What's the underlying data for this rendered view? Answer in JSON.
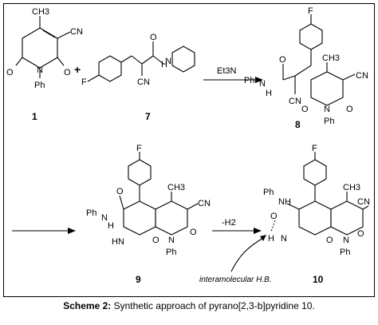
{
  "labels": {
    "ch3_1": "CH3",
    "cn_1": "CN",
    "o_1a": "O",
    "n_1": "N",
    "o_1b": "O",
    "ph_1": "Ph",
    "num_1": "1",
    "plus": "+",
    "f_7": "F",
    "o_7": "O",
    "nh_7": "H",
    "n_7": "N",
    "cn_7": "CN",
    "num_7": "7",
    "reagent": "Et3N",
    "f_8": "F",
    "ch3_8": "CH3",
    "cn_8a": "CN",
    "ph_8": "Ph",
    "nh_8": "N",
    "h_8": "H",
    "o_8a": "O",
    "cn_8b": "CN",
    "o_8b": "O",
    "n_8": "N",
    "o_8c": "O",
    "ph_8b": "Ph",
    "num_8": "8",
    "f_9": "F",
    "ch3_9": "CH3",
    "cn_9": "CN",
    "o_9a": "O",
    "ph_9": "Ph",
    "nh_9": "N",
    "h_9": "H",
    "hn_9": "HN",
    "o_9b": "O",
    "n_9": "N",
    "o_9c": "O",
    "ph_9b": "Ph",
    "num_9": "9",
    "minus_h2": "-H2",
    "f_10": "F",
    "ph_10": "Ph",
    "nh_10": "NH",
    "ch3_10": "CH3",
    "cn_10": "CN",
    "o_10a": "O",
    "h_10": "H",
    "n_10a": "N",
    "o_10b": "O",
    "n_10": "N",
    "o_10c": "O",
    "ph_10b": "Ph",
    "num_10": "10",
    "hbond": "interamolecular H.B."
  },
  "caption": {
    "prefix": "Scheme 2:",
    "text": " Synthetic approach of pyrano[2,3-b]pyridine 10."
  }
}
